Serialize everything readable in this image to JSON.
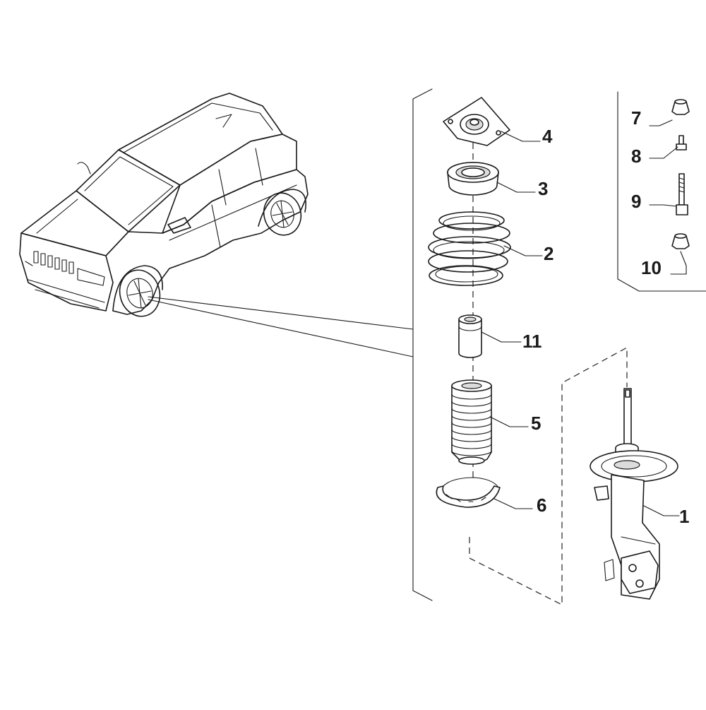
{
  "diagram": {
    "callouts": [
      {
        "id": "4",
        "label": "4"
      },
      {
        "id": "3",
        "label": "3"
      },
      {
        "id": "2",
        "label": "2"
      },
      {
        "id": "11",
        "label": "11"
      },
      {
        "id": "5",
        "label": "5"
      },
      {
        "id": "6",
        "label": "6"
      },
      {
        "id": "1",
        "label": "1"
      },
      {
        "id": "7",
        "label": "7"
      },
      {
        "id": "8",
        "label": "8"
      },
      {
        "id": "9",
        "label": "9"
      },
      {
        "id": "10",
        "label": "10"
      }
    ]
  },
  "colors": {
    "line": "#1a1a1a",
    "background": "#ffffff",
    "shade": "#dcdcdc"
  }
}
